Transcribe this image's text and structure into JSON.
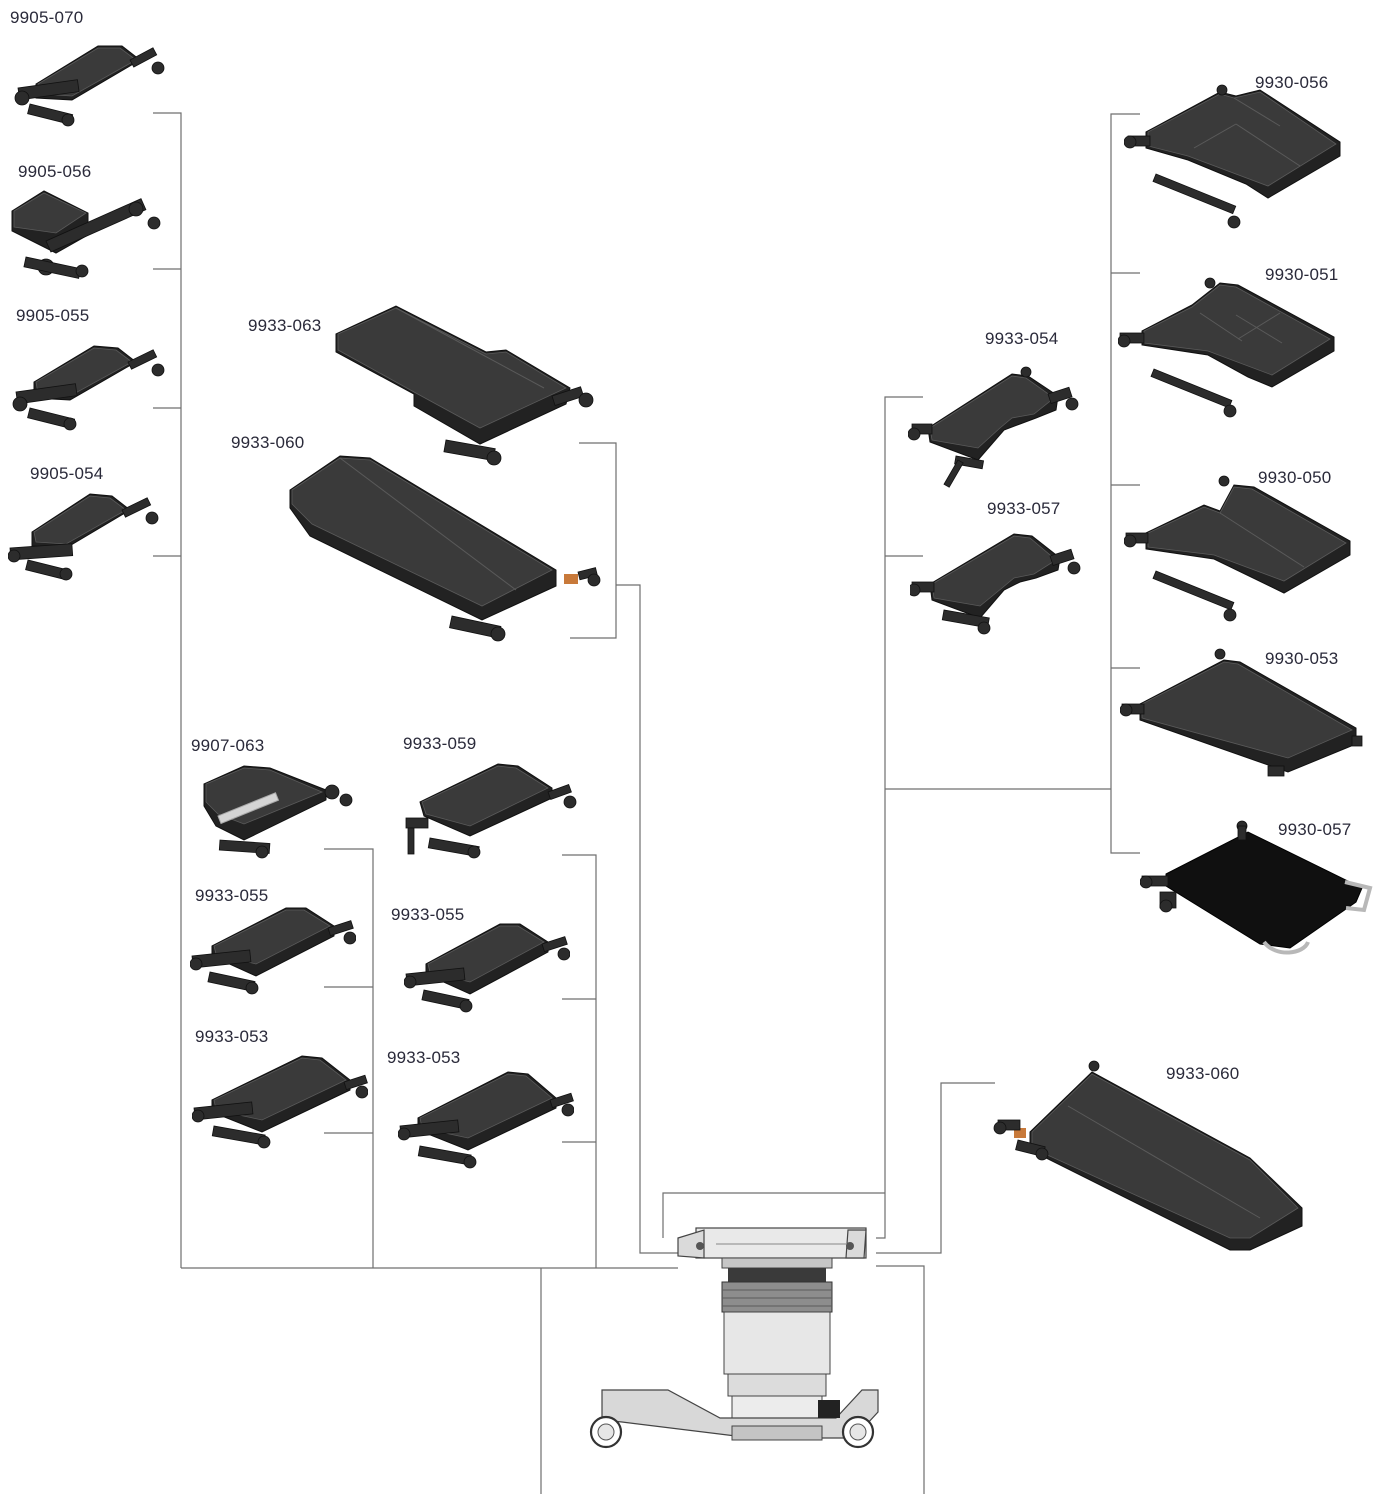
{
  "diagram": {
    "colors": {
      "line": "#6f6f6f",
      "pad": "#3a3a3a",
      "pad_top": "#474747",
      "pad_edge": "#222222",
      "metal": "#2c2c2c",
      "highlight": "#5a5a5a",
      "accent": "#c8793a",
      "base": "#d4d4d4",
      "base_dark": "#a9a9a9",
      "bellows": "#8c8c8c"
    },
    "labels": {
      "p9905_070": "9905-070",
      "p9905_056": "9905-056",
      "p9905_055": "9905-055",
      "p9905_054": "9905-054",
      "p9933_063": "9933-063",
      "p9933_060a": "9933-060",
      "p9907_063": "9907-063",
      "p9933_059": "9933-059",
      "p9933_055a": "9933-055",
      "p9933_055b": "9933-055",
      "p9933_053a": "9933-053",
      "p9933_053b": "9933-053",
      "p9933_054": "9933-054",
      "p9933_057": "9933-057",
      "p9930_056": "9930-056",
      "p9930_051": "9930-051",
      "p9930_050": "9930-050",
      "p9930_053": "9930-053",
      "p9930_057": "9930-057",
      "p9933_060b": "9933-060"
    }
  }
}
